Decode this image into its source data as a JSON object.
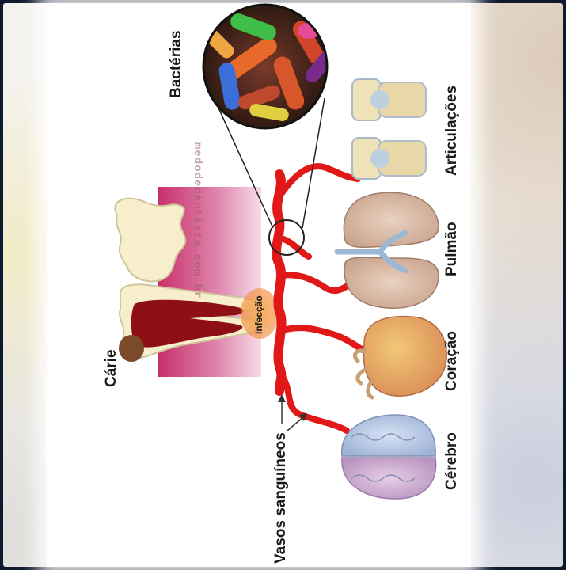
{
  "labels": {
    "bacteria": "Bactérias",
    "joints": "Articulações",
    "lung": "Pulmão",
    "heart": "Coração",
    "brain": "Cérebro",
    "caries": "Cárie",
    "infection": "Infecção",
    "vessels": "Vasos sanguíneos"
  },
  "watermark": "medodedentista.com.br",
  "colors": {
    "vessel": "#e01818",
    "gum": "#d9739a",
    "tooth": "#f7eecb",
    "infection": "#f29a4a"
  }
}
